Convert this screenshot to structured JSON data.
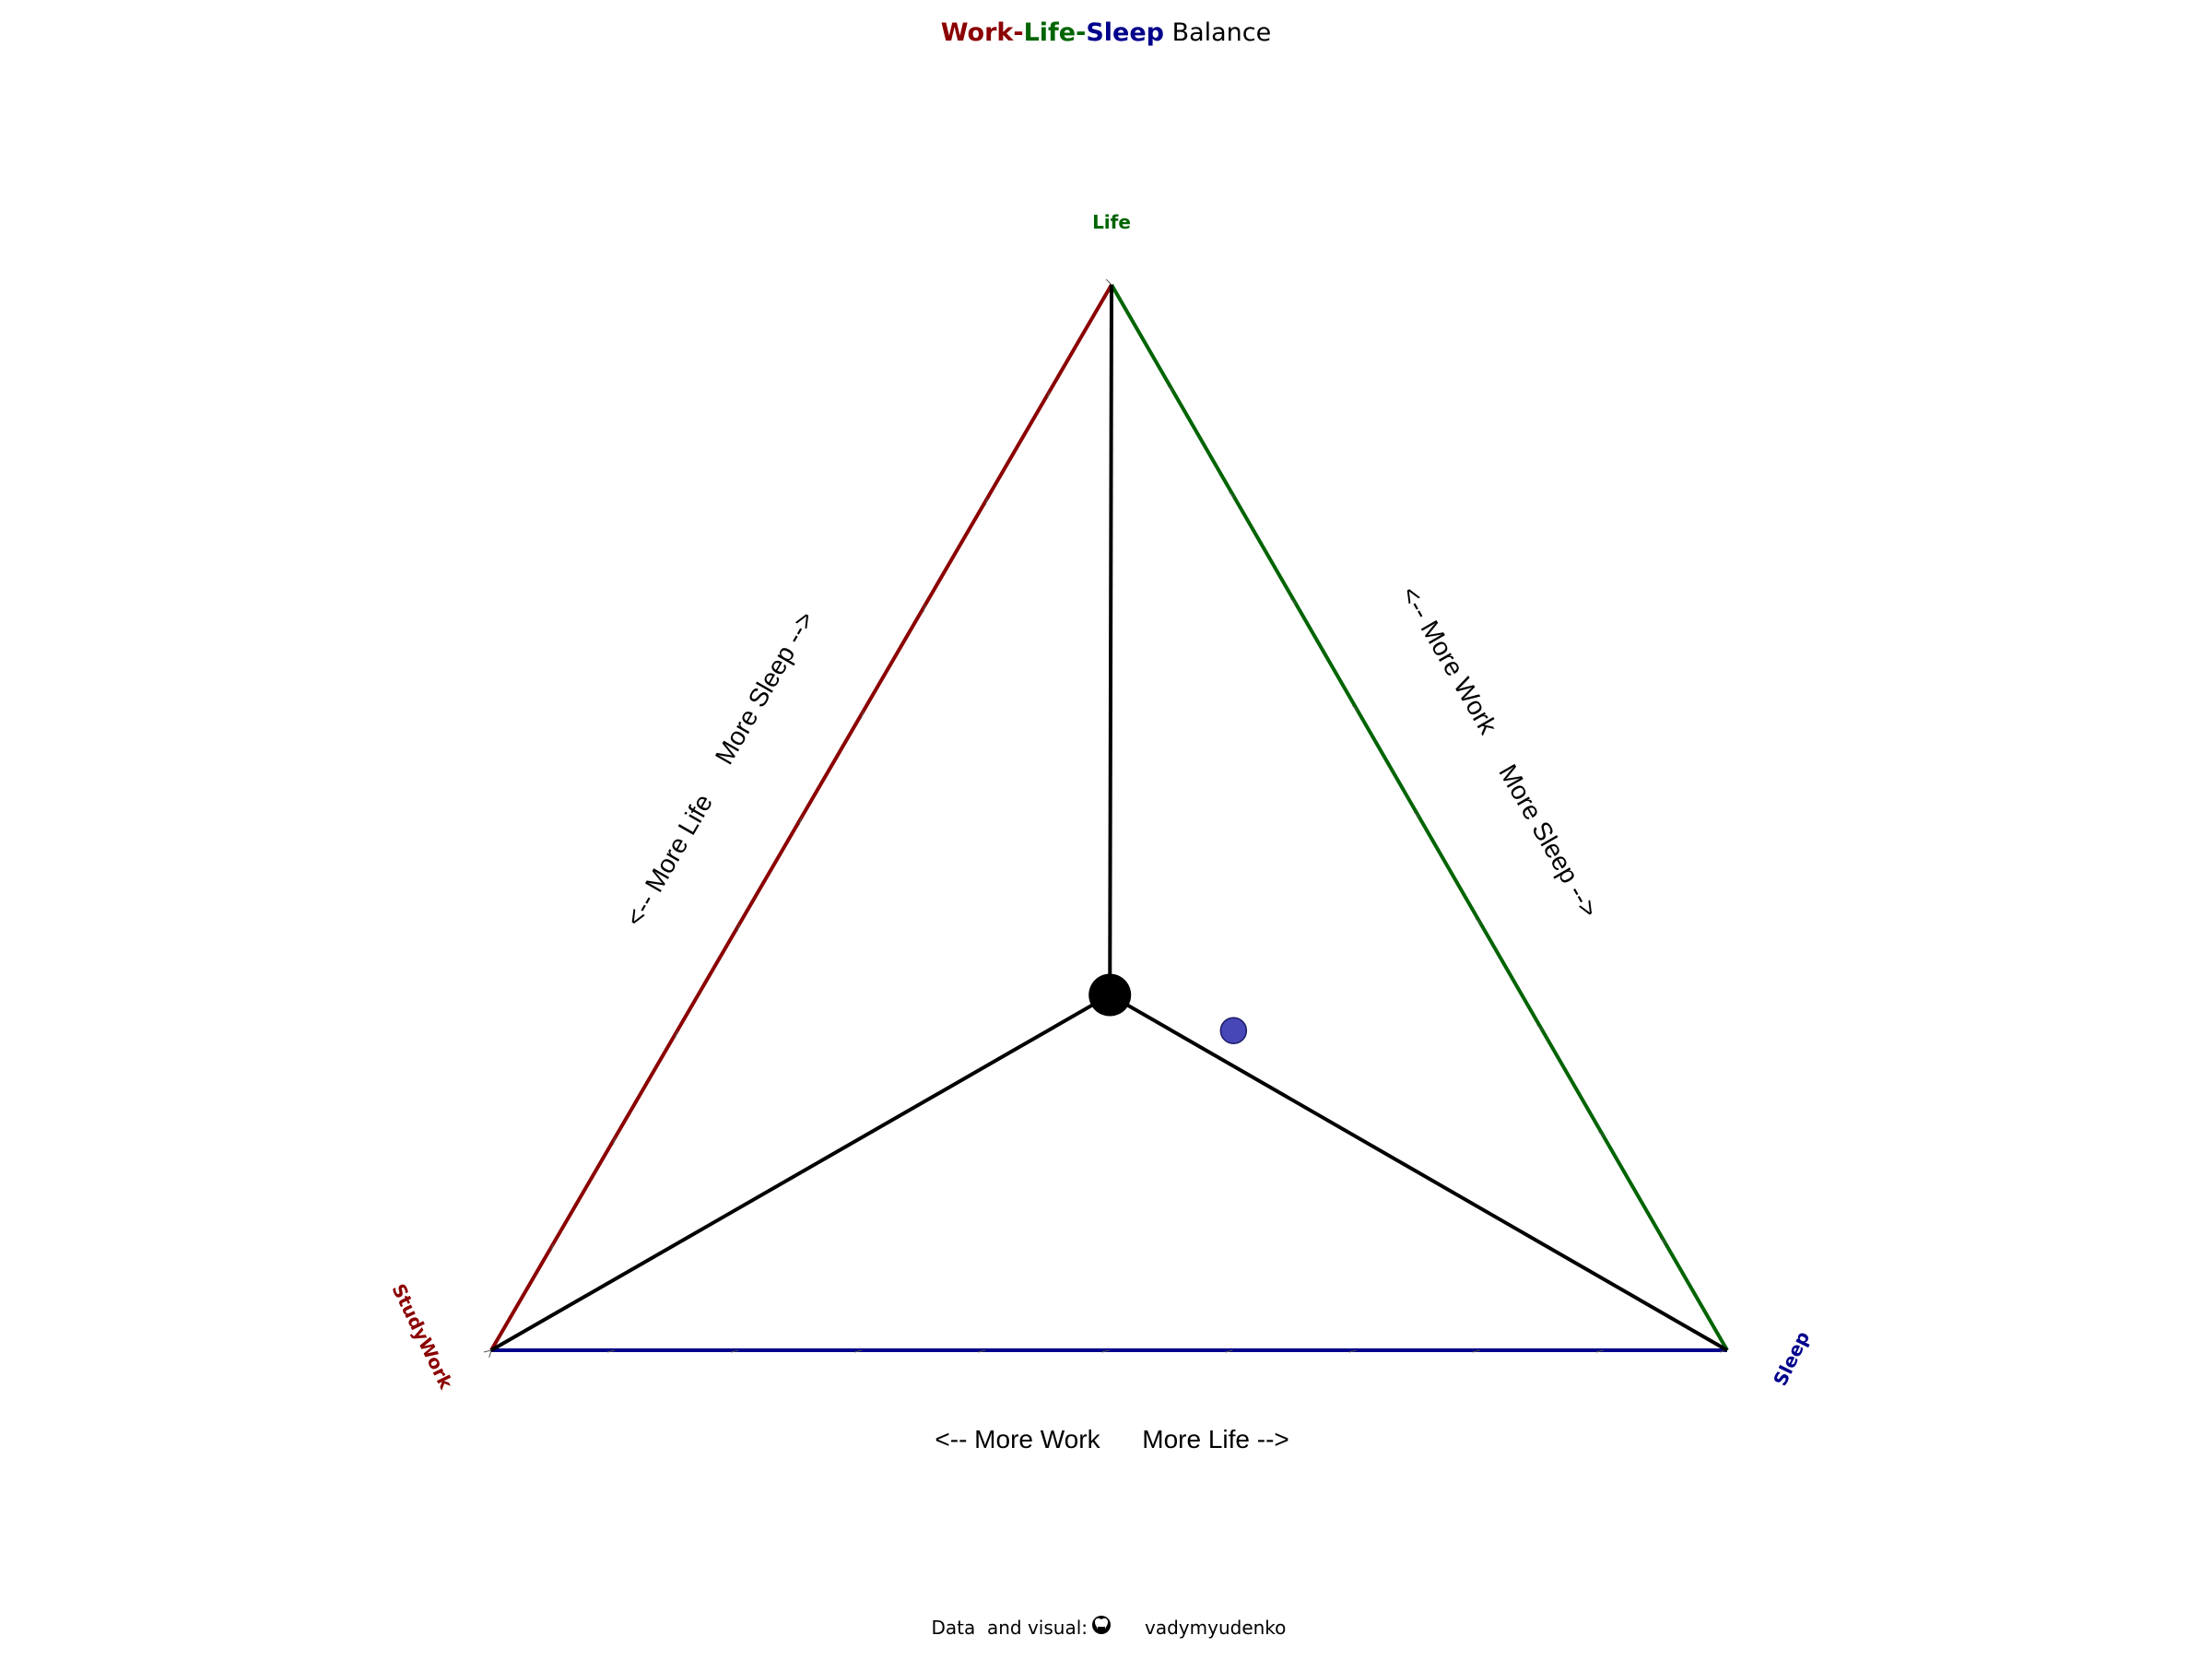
{
  "title": {
    "parts": [
      {
        "text": "Work",
        "color": "#8b0000"
      },
      {
        "text": "-",
        "color": "#8b0000"
      },
      {
        "text": "Life",
        "color": "#006400"
      },
      {
        "text": "-",
        "color": "#006400"
      },
      {
        "text": "Sleep",
        "color": "#00008b"
      },
      {
        "text": " Balance",
        "color": "#000000"
      }
    ]
  },
  "caption": {
    "prefix": "Data  and visual:",
    "icon": "github-icon",
    "author": "vadymyudenko"
  },
  "chart_data": {
    "type": "ternary",
    "axes": [
      {
        "name": "StudyWork",
        "color": "#8b0000"
      },
      {
        "name": "Life",
        "color": "#006400"
      },
      {
        "name": "Sleep",
        "color": "#00008b"
      }
    ],
    "edge_labels": {
      "left": {
        "start": "<-- More Life",
        "end": "More Sleep -->"
      },
      "right": {
        "start": "<-- More Work",
        "end": "More Sleep -->"
      },
      "bottom": {
        "start": "<-- More Work",
        "end": "More Life -->"
      }
    },
    "center": {
      "StudyWork": 0.3333,
      "Life": 0.3333,
      "Sleep": 0.3333
    },
    "points": [
      {
        "StudyWork": 0.25,
        "Life": 0.3,
        "Sleep": 0.45,
        "color": "#4747b8"
      }
    ],
    "tick_step": 0.1
  }
}
